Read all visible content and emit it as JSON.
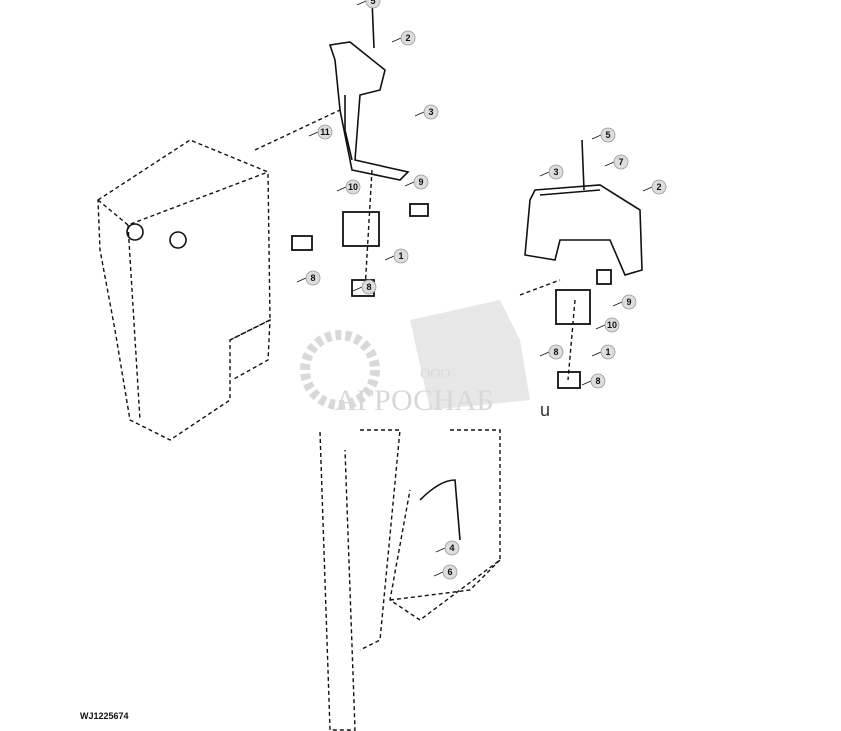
{
  "diagram_code": "WJ1225674",
  "watermark": {
    "prefix": "ООО",
    "brand": "АГРОСНАБ",
    "suffix": "u"
  },
  "callouts": [
    "5",
    "2",
    "3",
    "11",
    "10",
    "9",
    "1",
    "8",
    "8",
    "5",
    "3",
    "7",
    "2",
    "9",
    "10",
    "8",
    "1",
    "8",
    "4",
    "6"
  ]
}
